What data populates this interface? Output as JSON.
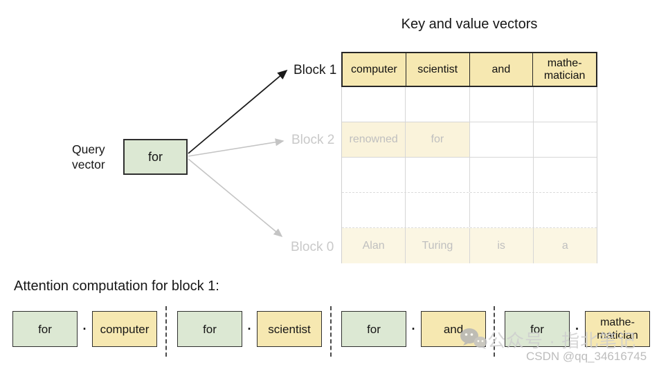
{
  "title": "Key and value vectors",
  "query": {
    "label": "Query\nvector",
    "box": "for"
  },
  "blocks": [
    {
      "label": "Block 1"
    },
    {
      "label": "Block 2"
    },
    {
      "label": "Block 0"
    }
  ],
  "table": {
    "rows": [
      {
        "cells": [
          "computer",
          "scientist",
          "and",
          "mathe-\nmatician"
        ]
      },
      {
        "cells": [
          "",
          "",
          "",
          ""
        ]
      },
      {
        "cells": [
          "renowned",
          "for",
          "",
          ""
        ]
      },
      {
        "cells": [
          "",
          "",
          "",
          ""
        ]
      },
      {
        "cells": [
          "",
          "",
          "",
          ""
        ]
      },
      {
        "cells": [
          "Alan",
          "Turing",
          "is",
          "a"
        ]
      }
    ]
  },
  "attention": {
    "heading": "Attention computation for block 1:",
    "dot": "·",
    "pairs": [
      {
        "query": "for",
        "key": "computer"
      },
      {
        "query": "for",
        "key": "scientist"
      },
      {
        "query": "for",
        "key": "and"
      },
      {
        "query": "for",
        "key": "mathe-\nmatician"
      }
    ]
  },
  "watermark": {
    "wechat_label": "公众号 · 指北笔记",
    "csdn_label": "CSDN @qq_34616745"
  },
  "colors": {
    "active_yellow": "#F6E8B1",
    "faded_yellow": "#FAF3DB",
    "cream": "#FBF6E3",
    "green": "#DCE8D3",
    "dark_border": "#2E2E2E",
    "light_border": "#D6D6D6",
    "faded_text": "#BFBFBF",
    "arrow_gray": "#C4C4C4",
    "arrow_black": "#1a1a1a"
  }
}
